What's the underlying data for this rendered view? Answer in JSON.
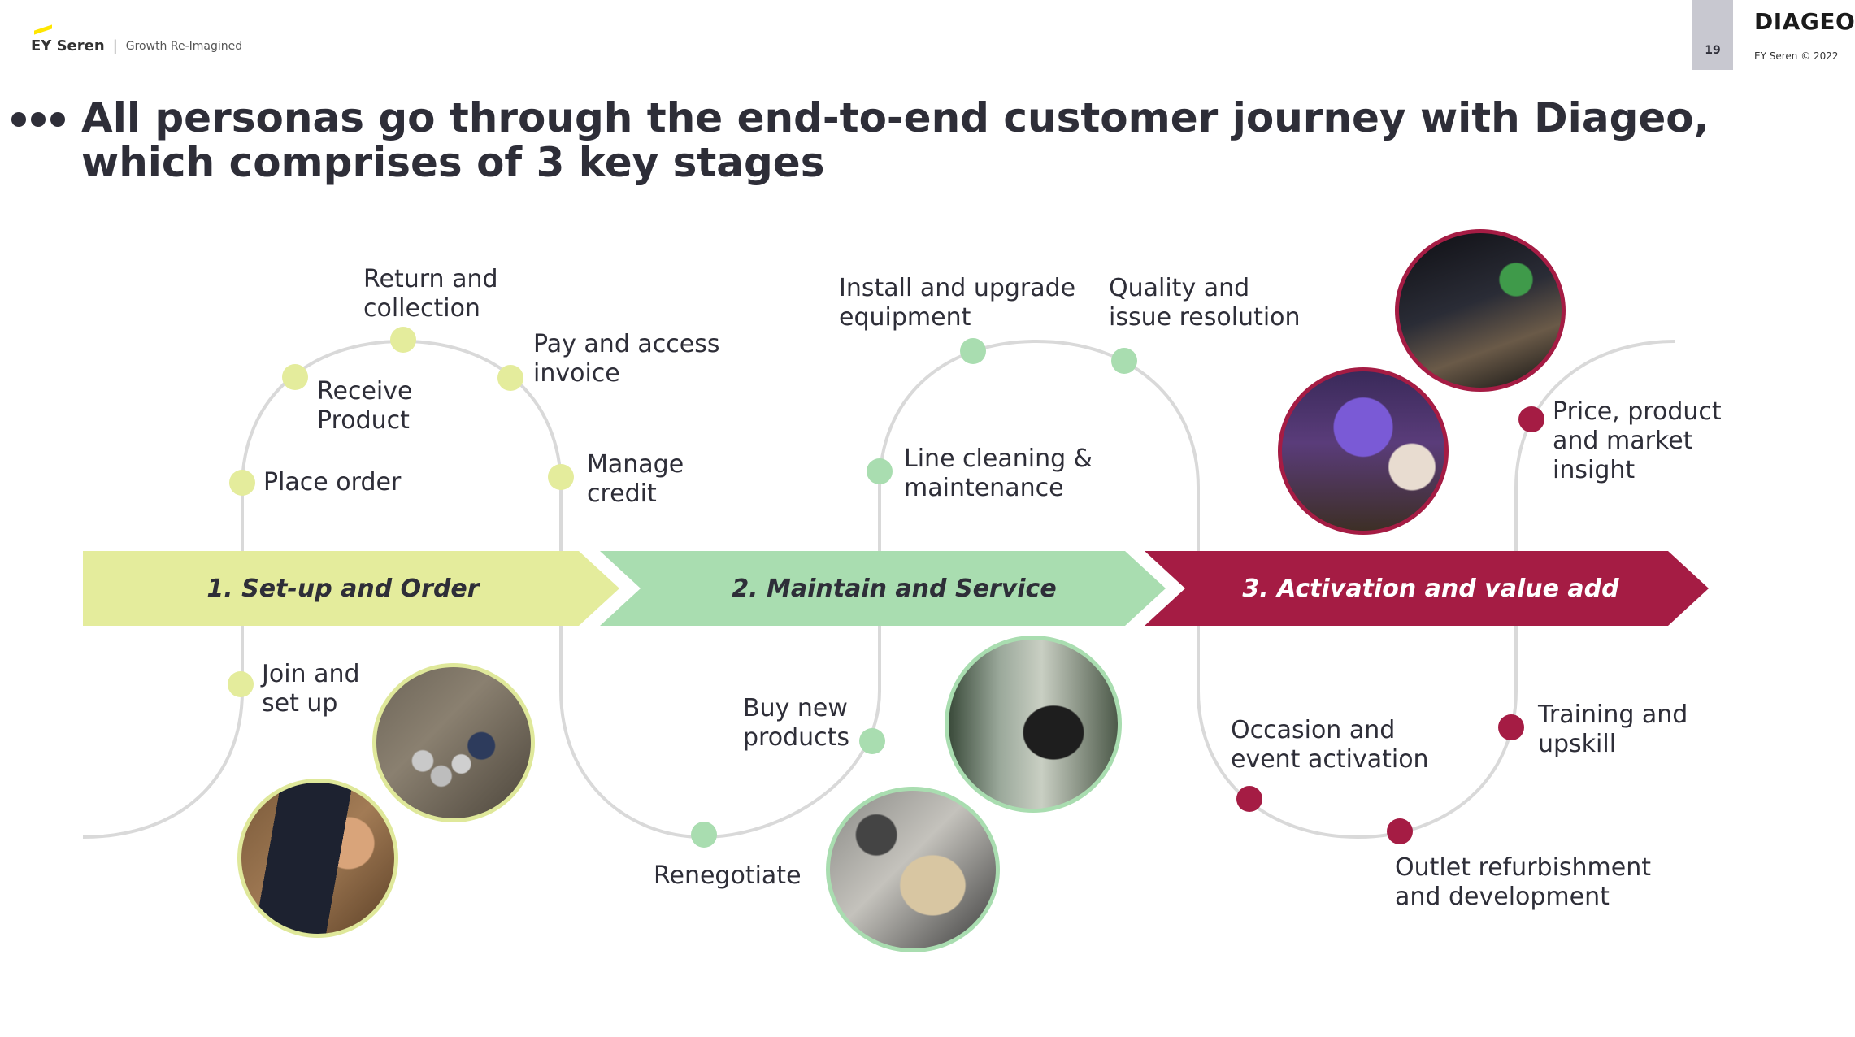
{
  "header": {
    "brand": "EY Seren",
    "tagline": "Growth Re-Imagined",
    "page_number": "19",
    "client": "DIAGEO",
    "copyright": "EY Seren © 2022"
  },
  "title": "All personas go through the end-to-end customer journey with Diageo, which comprises of 3 key stages",
  "stages": [
    {
      "label": "1. Set-up and Order",
      "color": "#e4ec9c"
    },
    {
      "label": "2. Maintain and Service",
      "color": "#a9ddb0"
    },
    {
      "label": "3. Activation and value add",
      "color": "#a51c44"
    }
  ],
  "steps": {
    "place_order": "Place order",
    "receive_product": "Receive\nProduct",
    "return_collection": "Return and\ncollection",
    "pay_invoice": "Pay and access\ninvoice",
    "manage_credit": "Manage\ncredit",
    "join_setup": "Join and\nset up",
    "renegotiate": "Renegotiate",
    "buy_products": "Buy new\nproducts",
    "line_cleaning": "Line cleaning &\nmaintenance",
    "install_upgrade": "Install and upgrade\nequipment",
    "quality_issue": "Quality and\nissue resolution",
    "occasion_event": "Occasion and\nevent activation",
    "outlet_refurb": "Outlet refurbishment\nand development",
    "training_upskill": "Training and\nupskill",
    "price_insight": "Price, product\nand market\ninsight"
  },
  "colors": {
    "stage1": "#e4ec9c",
    "stage2": "#a9ddb0",
    "stage3": "#a51c44",
    "path": "#d9d9d9",
    "title_text": "#2e2e38"
  }
}
